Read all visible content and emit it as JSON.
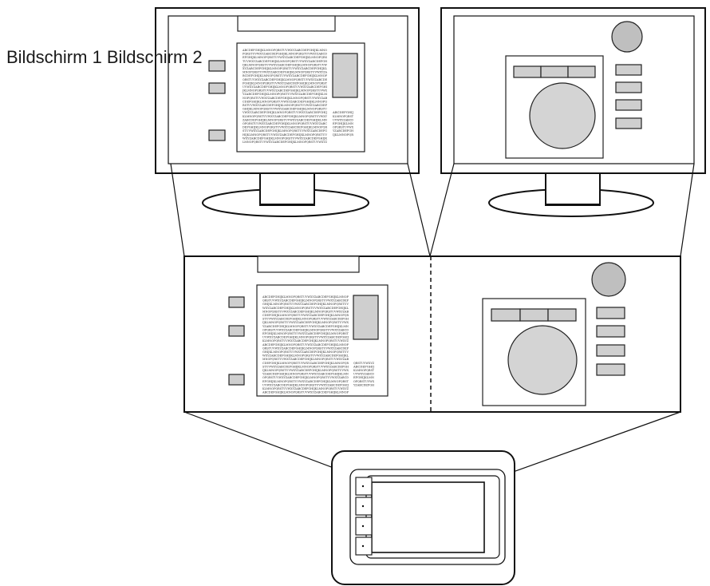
{
  "labels": {
    "screen1": "Bildschirm 1",
    "screen2": "Bildschirm 2"
  },
  "filler_text": "ABCDEFGHIJKLMNOPQRSTUVWXYZ ABCDEFGHIJKLMNOPQRSTUVWXYZ ABCDEFGHIJKLMNOPQRSTUVWXYZ ABCDEFGHIJKLMNOPQRSTUVWXYZ ABCDEFGHIJKLMNOPQRSTUVWXYZ ABCDEFGHIJKLMNOPQRSTUVWXYZ ABCDEFGHIJKLMNOPQRSTUVWXYZ ABCDEFGHIJKLMNOPQRSTUVWXYZ ABCDEFGHIJKLMNOPQRSTUVWXYZ ABCDEFGHIJKLMNOPQRSTUVWXYZ ABCDEFGHIJKLMNOPQRSTUVWXYZ ABCDEFGHIJKLMNOPQRSTUVWXYZ"
}
